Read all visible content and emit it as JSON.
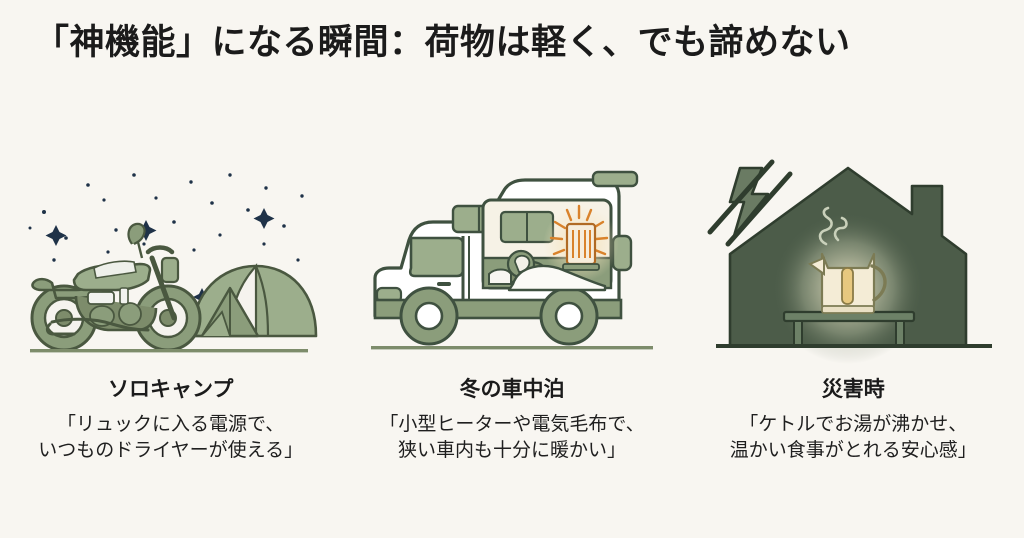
{
  "header": {
    "title": "「神機能」になる瞬間：荷物は軽く、でも諦めない",
    "title_color": "#1b1b1b"
  },
  "theme": {
    "background": "#f8f6f1",
    "sage_dark": "#4a5840",
    "sage_mid": "#7d8c6b",
    "sage_light": "#9cae8c",
    "house_fill": "#4c5c49",
    "star_color": "#1f3248",
    "glow_warm": "#f3e3c2",
    "heater_orange": "#d9822b",
    "kettle_cream": "#f4ecd6"
  },
  "cards": [
    {
      "id": "solo-camp",
      "illustration": "motorcycle-tent-stars",
      "title": "ソロキャンプ",
      "quote_lines": [
        "「リュックに入る電源で、",
        "いつものドライヤーが使える」"
      ]
    },
    {
      "id": "winter-car-camping",
      "illustration": "camper-van-heater",
      "title": "冬の車中泊",
      "quote_lines": [
        "「小型ヒーターや電気毛布で、",
        "狭い車内も十分に暖かい」"
      ]
    },
    {
      "id": "disaster",
      "illustration": "house-kettle-blackout",
      "title": "災害時",
      "quote_lines": [
        "「ケトルでお湯が沸かせ、",
        "温かい食事がとれる安心感」"
      ]
    }
  ]
}
